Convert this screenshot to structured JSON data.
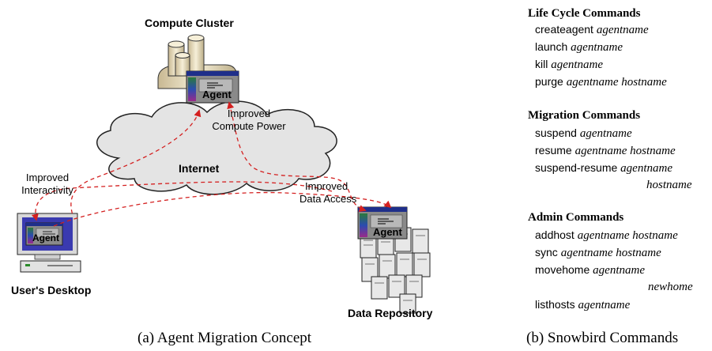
{
  "diagram": {
    "compute_cluster": "Compute Cluster",
    "internet": "Internet",
    "users_desktop": "User's Desktop",
    "data_repository": "Data Repository",
    "agent": "Agent",
    "improved_compute_1": "Improved",
    "improved_compute_2": "Compute Power",
    "improved_interact_1": "Improved",
    "improved_interact_2": "Interactivity",
    "improved_data_1": "Improved",
    "improved_data_2": "Data Access",
    "caption": "(a) Agent Migration Concept"
  },
  "commands": {
    "lifecycle": {
      "title": "Life Cycle Commands",
      "items": [
        {
          "cmd": "createagent",
          "args": "agentname"
        },
        {
          "cmd": "launch",
          "args": "agentname"
        },
        {
          "cmd": "kill",
          "args": "agentname"
        },
        {
          "cmd": "purge",
          "args": "agentname hostname"
        }
      ]
    },
    "migration": {
      "title": "Migration Commands",
      "items": [
        {
          "cmd": "suspend",
          "args": "agentname"
        },
        {
          "cmd": "resume",
          "args": "agentname hostname"
        },
        {
          "cmd": "suspend-resume",
          "args": "agentname",
          "cont": "hostname"
        }
      ]
    },
    "admin": {
      "title": "Admin Commands",
      "items": [
        {
          "cmd": "addhost",
          "args": "agentname hostname"
        },
        {
          "cmd": "sync",
          "args": "agentname hostname"
        },
        {
          "cmd": "movehome",
          "args": "agentname",
          "cont": "newhome"
        },
        {
          "cmd": "listhosts",
          "args": "agentname"
        }
      ]
    },
    "caption": "(b) Snowbird Commands"
  },
  "colors": {
    "arrow": "#d42020",
    "window_title": "#1f2f8a",
    "window_body": "#8a8a8a",
    "cloud_fill": "#e4e4e4",
    "monitor_screen": "#3a3ab0",
    "server_fill": "#e8e8e8"
  }
}
